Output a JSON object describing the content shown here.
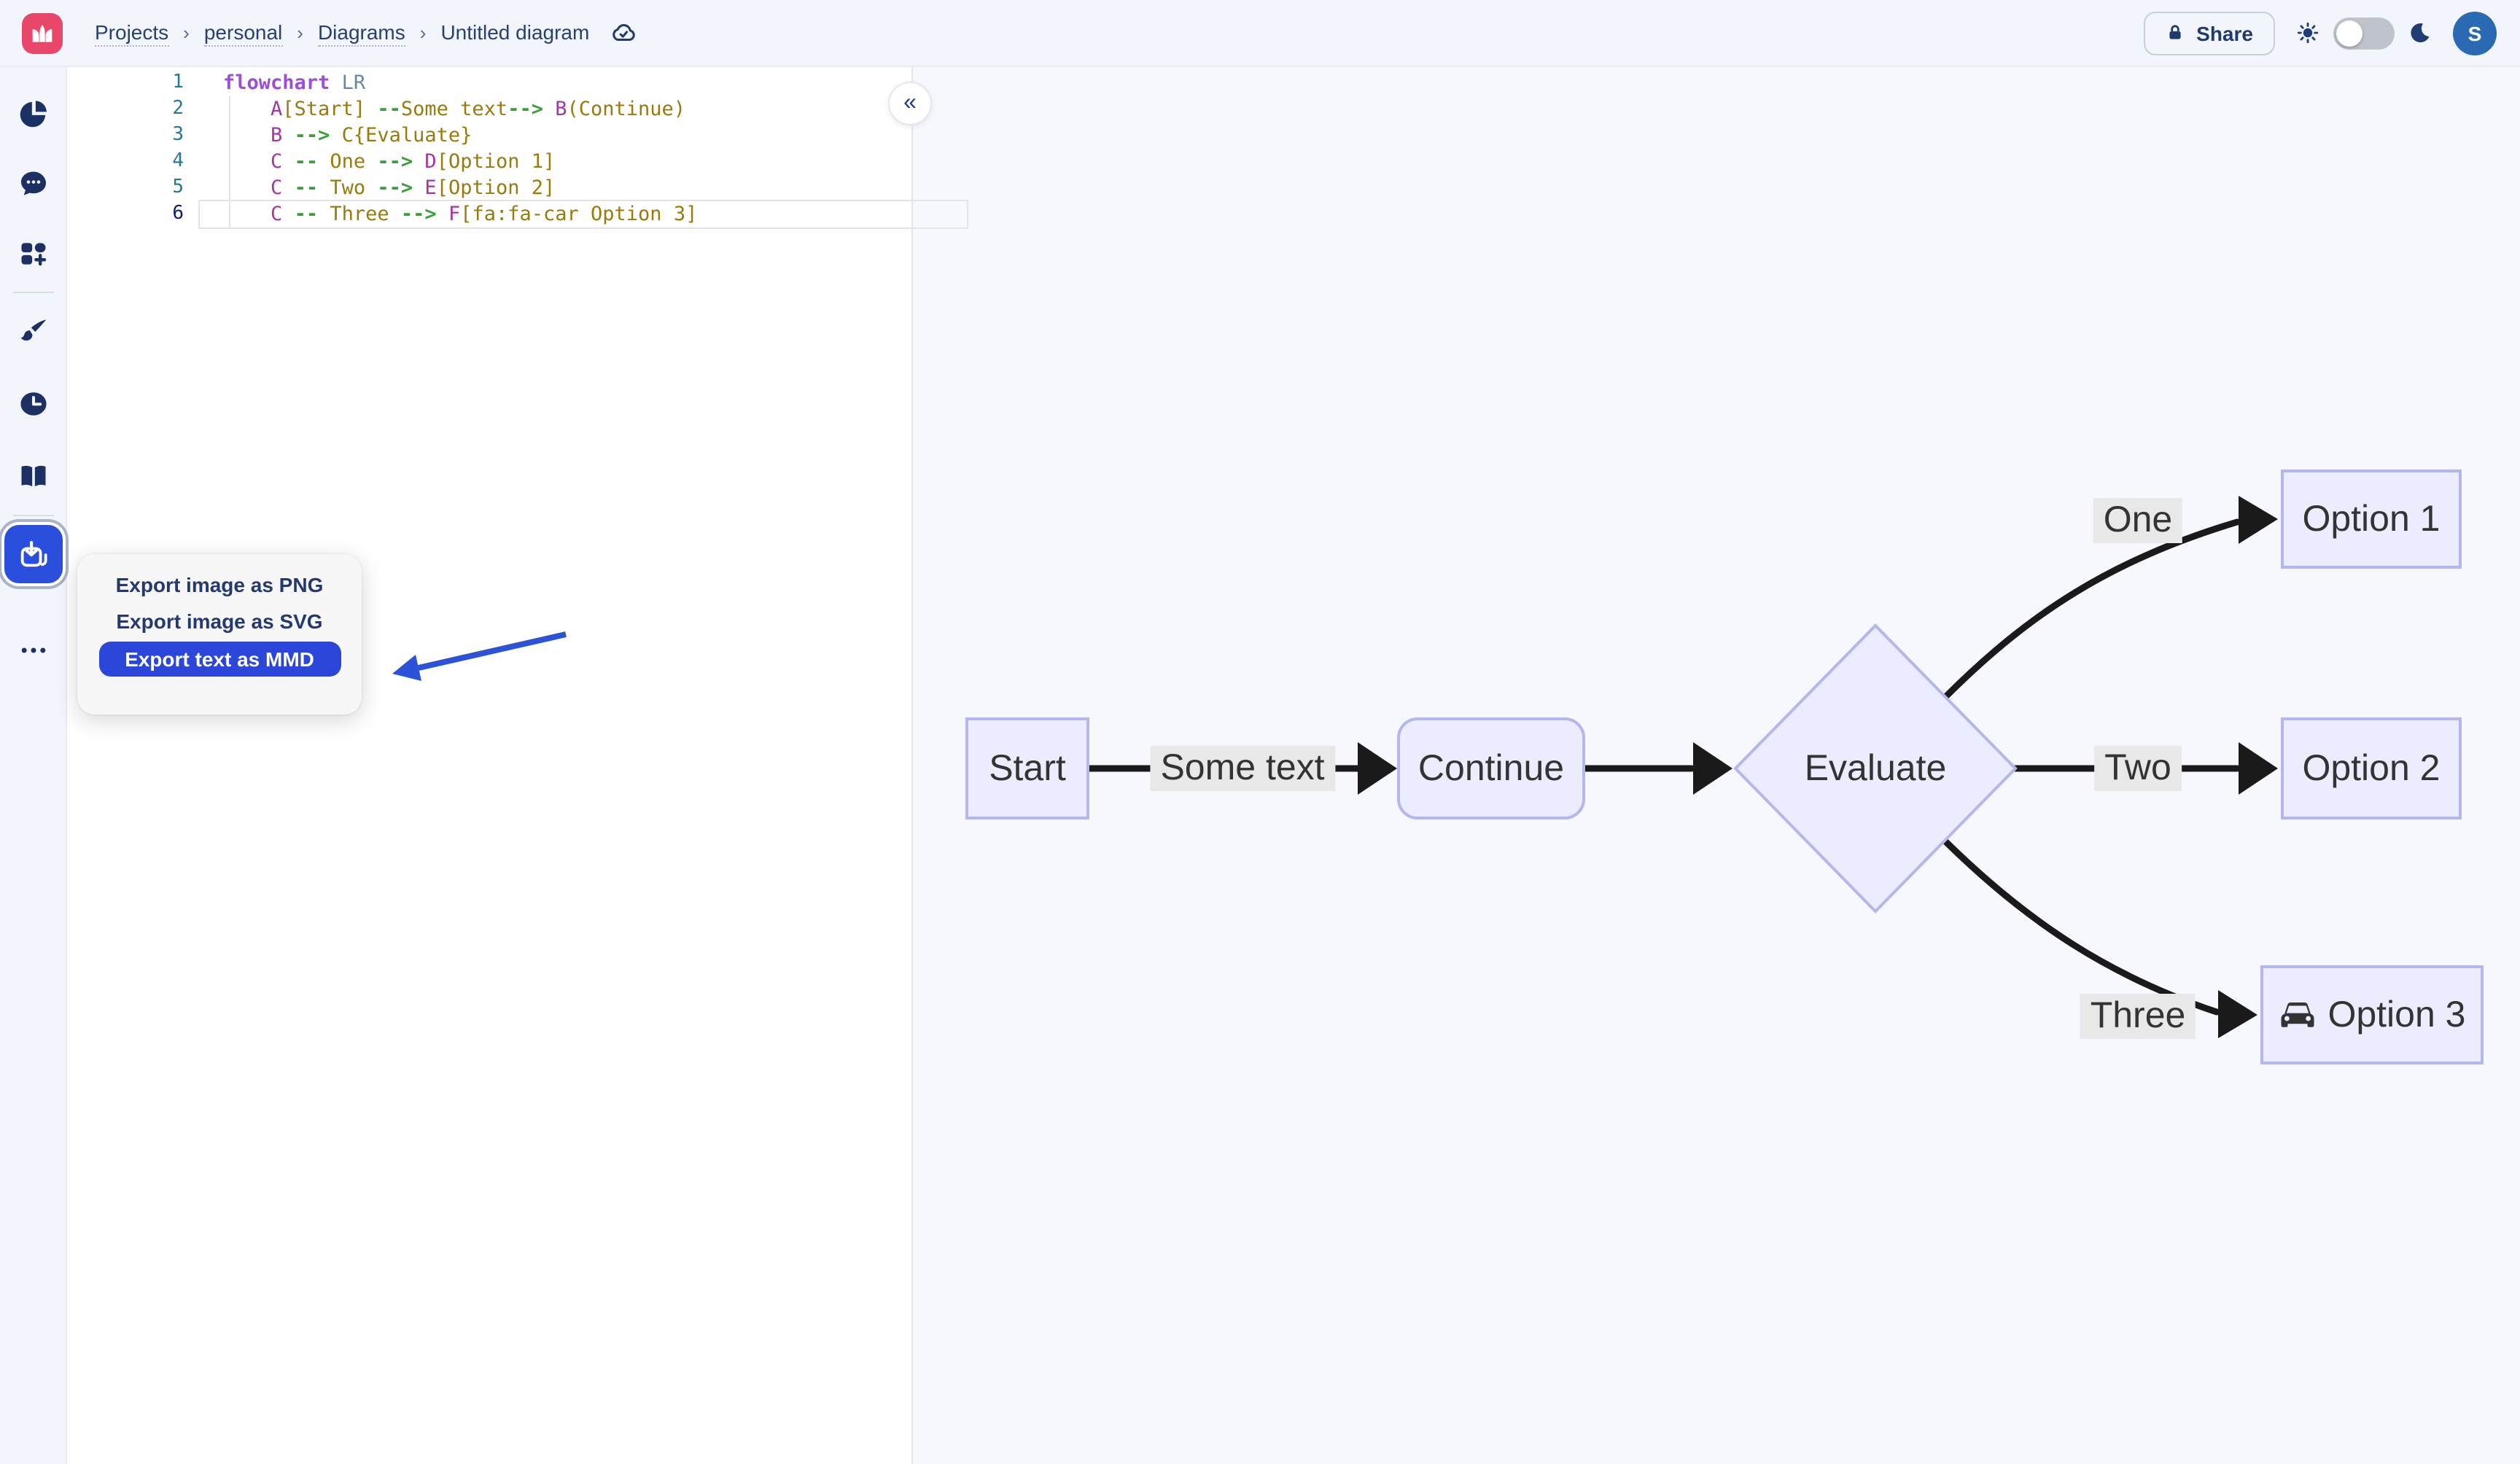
{
  "topbar": {
    "logo_letter": "M",
    "breadcrumbs": [
      "Projects",
      "personal",
      "Diagrams",
      "Untitled diagram"
    ],
    "separator": "›",
    "share_label": "Share",
    "avatar_initial": "S"
  },
  "sidebar": {
    "icons": [
      "pie-chart-icon",
      "chat-icon",
      "templates-icon",
      "brush-icon",
      "history-icon",
      "docs-icon",
      "export-icon",
      "more-icon"
    ],
    "active_icon": "export-icon"
  },
  "editor": {
    "collapse_glyph": "«",
    "active_line": 6,
    "lines": [
      {
        "num": "1",
        "tokens": [
          {
            "c": "kw",
            "t": "flowchart"
          },
          {
            "c": "dir",
            "t": " LR"
          }
        ]
      },
      {
        "num": "2",
        "tokens": [
          {
            "c": "id",
            "t": "    A"
          },
          {
            "c": "str",
            "t": "[Start] "
          },
          {
            "c": "arr",
            "t": "--"
          },
          {
            "c": "str",
            "t": "Some text"
          },
          {
            "c": "arr",
            "t": "--> "
          },
          {
            "c": "id",
            "t": "B"
          },
          {
            "c": "str",
            "t": "(Continue)"
          }
        ]
      },
      {
        "num": "3",
        "tokens": [
          {
            "c": "id",
            "t": "    B "
          },
          {
            "c": "arr",
            "t": "--> "
          },
          {
            "c": "str",
            "t": "C{Evaluate}"
          }
        ]
      },
      {
        "num": "4",
        "tokens": [
          {
            "c": "id",
            "t": "    C "
          },
          {
            "c": "arr",
            "t": "-- "
          },
          {
            "c": "str",
            "t": "One "
          },
          {
            "c": "arr",
            "t": "--> "
          },
          {
            "c": "id",
            "t": "D"
          },
          {
            "c": "str",
            "t": "[Option 1]"
          }
        ]
      },
      {
        "num": "5",
        "tokens": [
          {
            "c": "id",
            "t": "    C "
          },
          {
            "c": "arr",
            "t": "-- "
          },
          {
            "c": "str",
            "t": "Two "
          },
          {
            "c": "arr",
            "t": "--> "
          },
          {
            "c": "id",
            "t": "E"
          },
          {
            "c": "str",
            "t": "[Option 2]"
          }
        ]
      },
      {
        "num": "6",
        "tokens": [
          {
            "c": "id",
            "t": "    C "
          },
          {
            "c": "arr",
            "t": "-- "
          },
          {
            "c": "str",
            "t": "Three "
          },
          {
            "c": "arr",
            "t": "--> "
          },
          {
            "c": "id",
            "t": "F"
          },
          {
            "c": "str",
            "t": "[fa:fa-car Option 3]"
          }
        ]
      }
    ]
  },
  "export_menu": {
    "items": [
      "Export image as PNG",
      "Export image as SVG",
      "Export text as MMD"
    ],
    "active_index": 2
  },
  "diagram": {
    "nodes": [
      {
        "id": "A",
        "label": "Start",
        "shape": "rect"
      },
      {
        "id": "B",
        "label": "Continue",
        "shape": "rounded"
      },
      {
        "id": "C",
        "label": "Evaluate",
        "shape": "diamond"
      },
      {
        "id": "D",
        "label": "Option 1",
        "shape": "rect"
      },
      {
        "id": "E",
        "label": "Option 2",
        "shape": "rect"
      },
      {
        "id": "F",
        "label": "Option 3",
        "shape": "rect",
        "icon": "car-icon"
      }
    ],
    "edge_labels": {
      "ab": "Some text",
      "cd": "One",
      "ce": "Two",
      "cf": "Three"
    }
  },
  "colors": {
    "accent_blue": "#2b4fdd",
    "logo_pink": "#e8476a",
    "navy": "#27406e",
    "avatar_blue": "#2a6ab2",
    "node_fill": "#ececff",
    "node_border": "#b3b7ee",
    "edge": "#1a1a1a",
    "edge_label_bg": "#e8e8e8",
    "code_keyword": "#9b4fd6",
    "code_id": "#a535a0",
    "code_string": "#997a0d",
    "code_arrow": "#3c9e3c"
  }
}
